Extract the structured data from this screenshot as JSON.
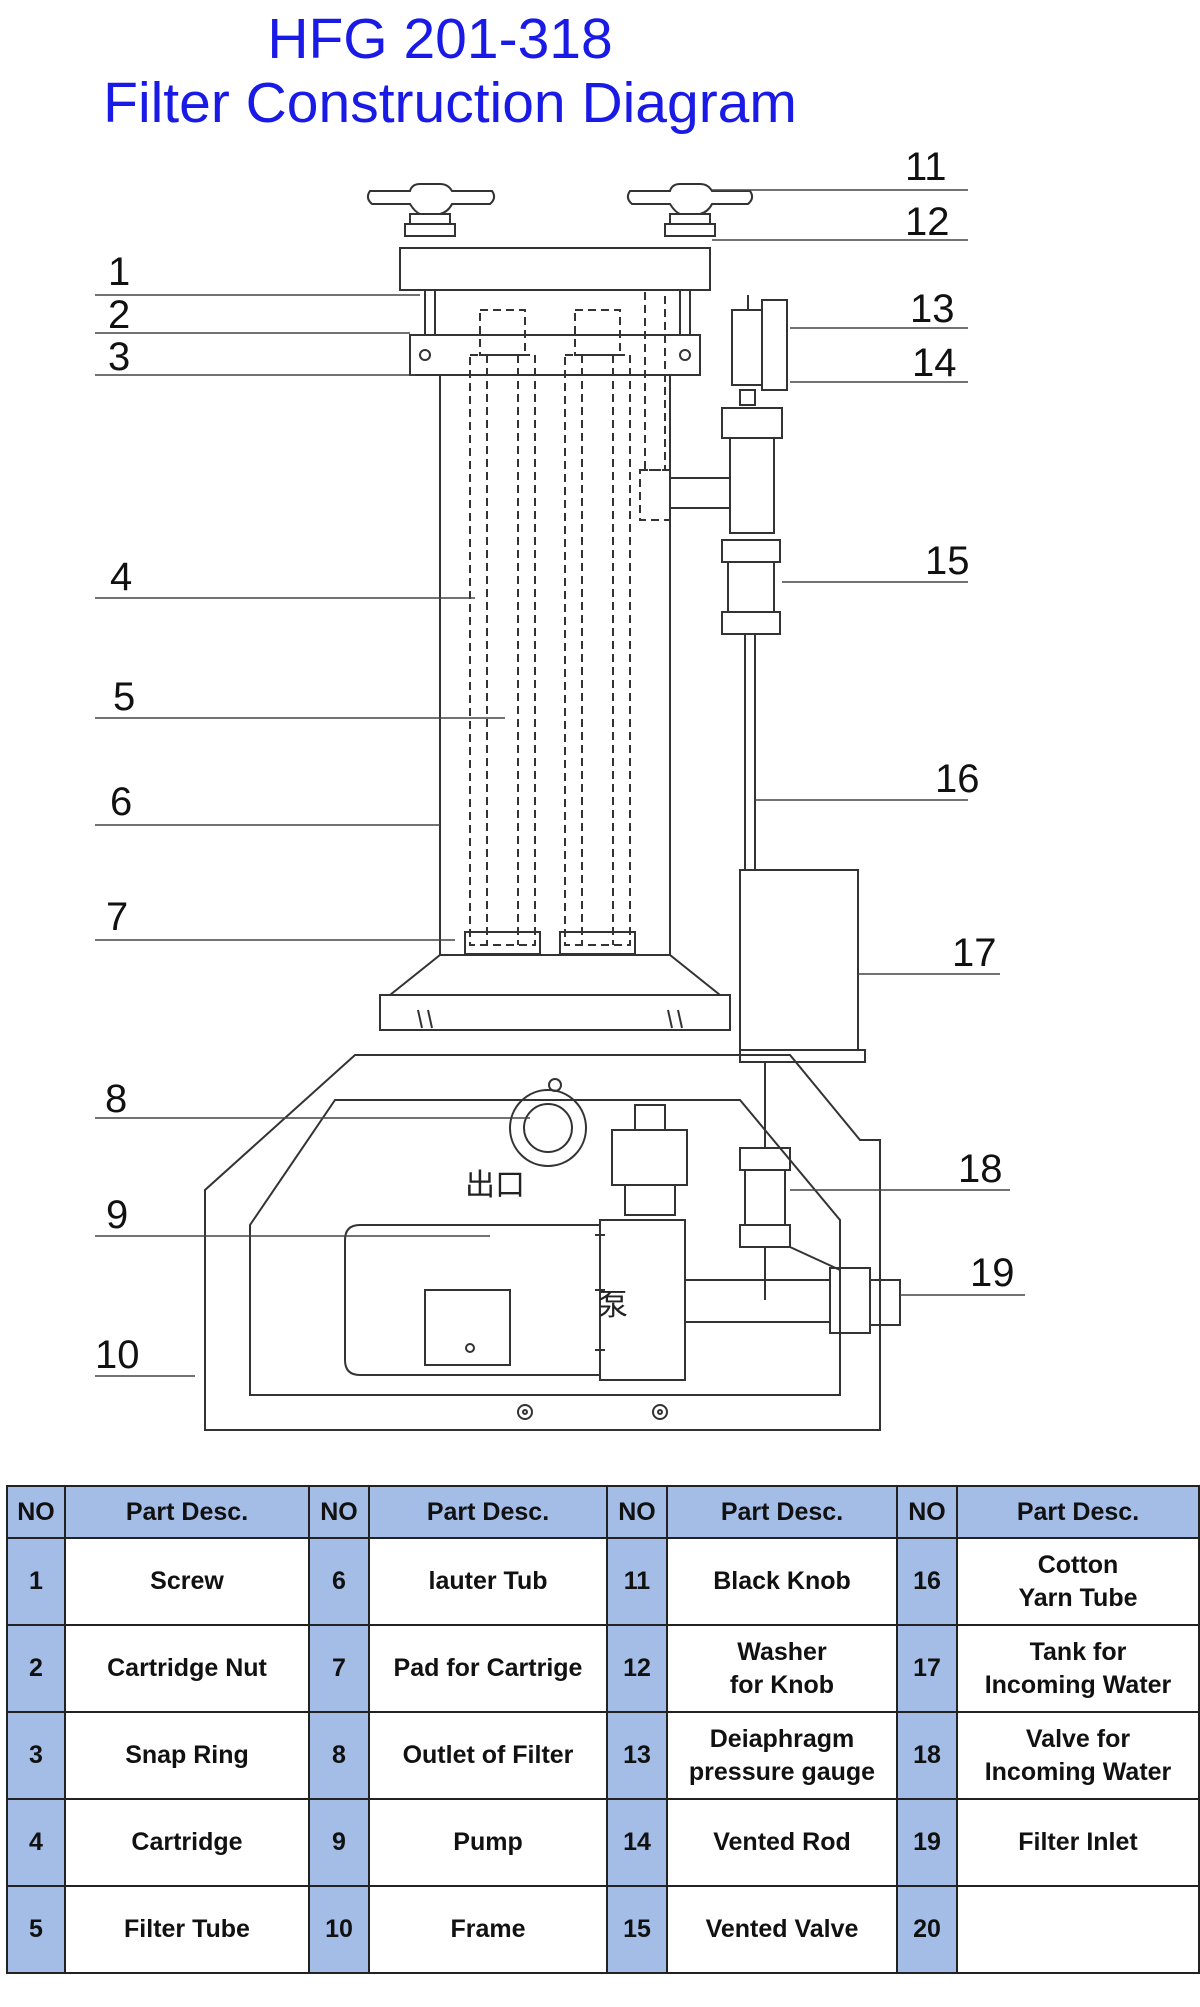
{
  "title": {
    "line1": "HFG 201-318",
    "line2": "Filter Construction Diagram"
  },
  "diagram": {
    "labels": [
      "1",
      "2",
      "3",
      "4",
      "5",
      "6",
      "7",
      "8",
      "9",
      "10",
      "11",
      "12",
      "13",
      "14",
      "15",
      "16",
      "17",
      "18",
      "19"
    ],
    "text_outlet": "出口",
    "text_pump": "泵"
  },
  "table": {
    "headers": [
      "NO",
      "Part Desc.",
      "NO",
      "Part Desc.",
      "NO",
      "Part Desc.",
      "NO",
      "Part Desc."
    ],
    "rows": [
      [
        {
          "no": "1",
          "desc": "Screw"
        },
        {
          "no": "6",
          "desc": "lauter Tub"
        },
        {
          "no": "11",
          "desc": "Black Knob"
        },
        {
          "no": "16",
          "desc": "Cotton\nYarn Tube"
        }
      ],
      [
        {
          "no": "2",
          "desc": "Cartridge Nut"
        },
        {
          "no": "7",
          "desc": "Pad for Cartrige"
        },
        {
          "no": "12",
          "desc": "Washer\nfor Knob"
        },
        {
          "no": "17",
          "desc": "Tank for\nIncoming Water"
        }
      ],
      [
        {
          "no": "3",
          "desc": "Snap Ring"
        },
        {
          "no": "8",
          "desc": "Outlet of Filter"
        },
        {
          "no": "13",
          "desc": "Deiaphragm\npressure gauge"
        },
        {
          "no": "18",
          "desc": "Valve for\nIncoming Water"
        }
      ],
      [
        {
          "no": "4",
          "desc": "Cartridge"
        },
        {
          "no": "9",
          "desc": "Pump"
        },
        {
          "no": "14",
          "desc": "Vented Rod"
        },
        {
          "no": "19",
          "desc": "Filter Inlet"
        }
      ],
      [
        {
          "no": "5",
          "desc": "Filter Tube"
        },
        {
          "no": "10",
          "desc": "Frame"
        },
        {
          "no": "15",
          "desc": "Vented Valve"
        },
        {
          "no": "20",
          "desc": ""
        }
      ]
    ]
  }
}
